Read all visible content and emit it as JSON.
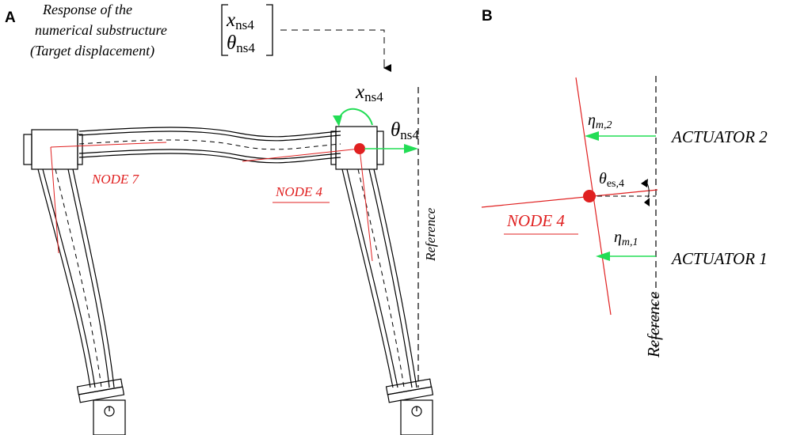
{
  "panel_a": {
    "label": "A",
    "caption_lines": [
      "Response of the",
      "numerical substructure",
      "(Target displacement)"
    ],
    "vector_sym_1": "x",
    "vector_sub_1": "ns4",
    "vector_sym_2": "θ",
    "vector_sub_2": "ns4",
    "x_label_sym": "x",
    "x_label_sub": "ns4",
    "theta_label_sym": "θ",
    "theta_label_sub": "ns4",
    "node7_label": "NODE 7",
    "node4_label": "NODE 4",
    "reference_label": "Reference"
  },
  "panel_b": {
    "label": "B",
    "actuator2_label": "ACTUATOR 2",
    "actuator1_label": "ACTUATOR 1",
    "eta2_sym": "η",
    "eta2_sub": "m,2",
    "eta1_sym": "η",
    "eta1_sub": "m,1",
    "theta_sym": "θ",
    "theta_sub": "es,4",
    "node4_label": "NODE 4",
    "reference_label": "Reference"
  },
  "colors": {
    "red": "#e02020",
    "green": "#22dd55",
    "black": "#000000"
  }
}
